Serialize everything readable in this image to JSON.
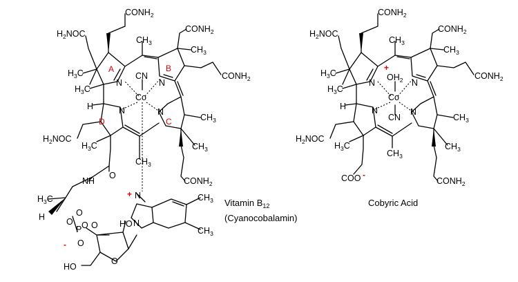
{
  "labels": {
    "conh2": "CONH",
    "h2": "2",
    "h2noc_h": "H",
    "h2noc_noc": "NOC",
    "ch": "CH",
    "three": "3",
    "h3c_h": "H",
    "h3c_c": "C",
    "n": "N",
    "co": "Co",
    "cn": "CN",
    "h": "H",
    "oh2_o": "OH",
    "nh": "N",
    "nh_h": "H",
    "o": "O",
    "p": "P",
    "ho": "HO",
    "coo": "COO"
  },
  "ring_labels": {
    "a": "A",
    "b": "B",
    "c": "C",
    "d": "D"
  },
  "charges": {
    "plus": "+",
    "minus": "-"
  },
  "captions": {
    "vitamin_main": "Vitamin B",
    "vitamin_sub": "12",
    "vitamin_alt": "(Cyanocobalamin)",
    "cobyric": "Cobyric Acid"
  },
  "colors": {
    "ring_label": "#e00000",
    "charge": "#e00000",
    "ink": "#000000"
  }
}
